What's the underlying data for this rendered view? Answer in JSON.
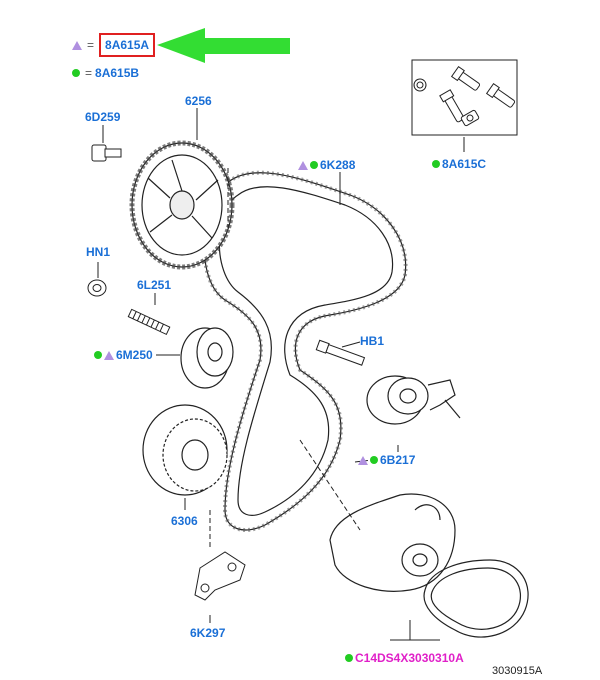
{
  "legend": {
    "triangle_code": "8A615A",
    "dot_code": "8A615B",
    "equals": "="
  },
  "callouts": {
    "p6D259": "6D259",
    "p6256": "6256",
    "p6K288": "6K288",
    "p8A615C": "8A615C",
    "pHN1": "HN1",
    "p6L251": "6L251",
    "p6M250": "6M250",
    "pHB1": "HB1",
    "p6B217": "6B217",
    "p6306": "6306",
    "p6K297": "6K297",
    "pC14": "C14DS4X3030310A",
    "ref": "3030915A"
  },
  "colors": {
    "label_blue": "#1a6fd6",
    "label_magenta": "#e020c8",
    "triangle_purple": "#b090e0",
    "dot_green": "#22cc22",
    "arrow_green": "#33dd33",
    "highlight_red": "#e02020"
  },
  "icons": [
    "triangle-marker-icon",
    "dot-marker-icon",
    "green-arrow-icon"
  ]
}
